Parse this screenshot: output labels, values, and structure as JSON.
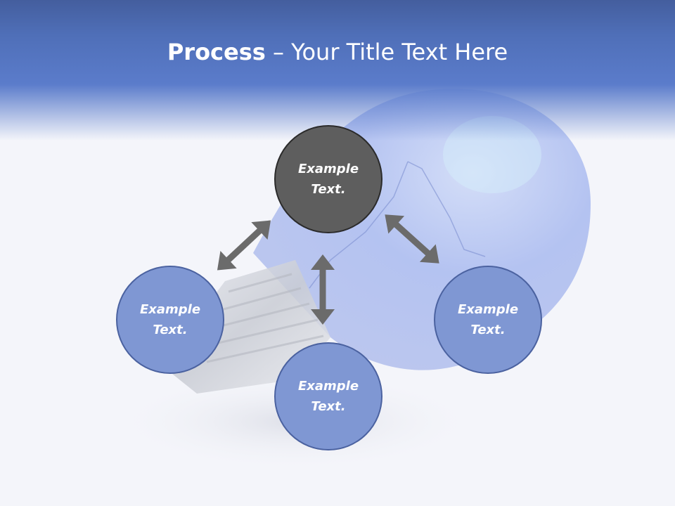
{
  "slide": {
    "title_bold": "Process",
    "title_rest": " – Your Title Text Here"
  },
  "nodes": {
    "top": {
      "line1": "Example",
      "line2": "Text."
    },
    "left": {
      "line1": "Example",
      "line2": "Text."
    },
    "right": {
      "line1": "Example",
      "line2": "Text."
    },
    "bottom": {
      "line1": "Example",
      "line2": "Text."
    }
  },
  "colors": {
    "header": "#4f6fb8",
    "center_node": "#5e5e5e",
    "outer_node": "#7f97d3",
    "outer_node_border": "#4b62a0",
    "arrow": "#6b6b6b",
    "background": "#f4f5fa"
  },
  "icons": [
    "light-bulb-background",
    "double-arrow"
  ]
}
